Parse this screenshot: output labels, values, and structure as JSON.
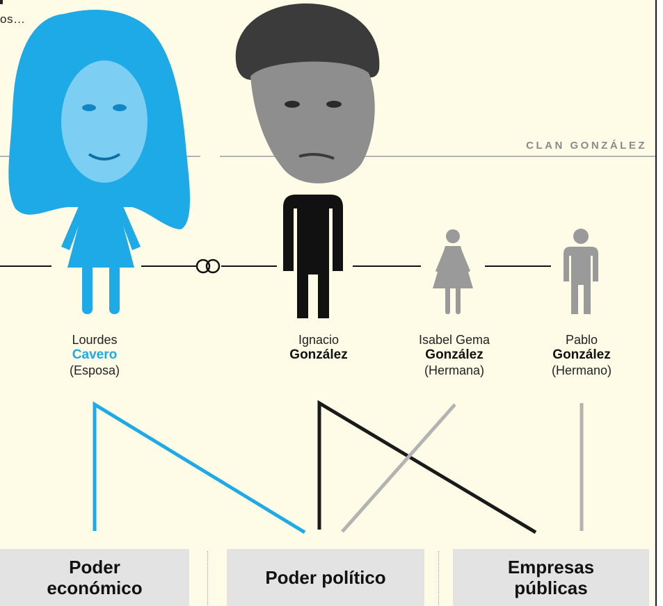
{
  "intro": {
    "text": "os…"
  },
  "clan": {
    "title": "CLAN GONZÁLEZ"
  },
  "people": [
    {
      "id": "lourdes",
      "first": "Lourdes",
      "last": "Cavero",
      "role": "(Esposa)"
    },
    {
      "id": "ignacio",
      "first": "Ignacio",
      "last": "González",
      "role": ""
    },
    {
      "id": "isabel",
      "first": "Isabel Gema",
      "last": "González",
      "role": "(Hermana)"
    },
    {
      "id": "pablo",
      "first": "Pablo",
      "last": "González",
      "role": "(Hermano)"
    }
  ],
  "categories": [
    {
      "id": "economico",
      "label": "Poder económico"
    },
    {
      "id": "politico",
      "label": "Poder político"
    },
    {
      "id": "empresas",
      "label": "Empresas públicas"
    }
  ],
  "links": [
    {
      "from": "lourdes",
      "to": "economico"
    },
    {
      "from": "lourdes",
      "to": "politico"
    },
    {
      "from": "ignacio",
      "to": "politico"
    },
    {
      "from": "ignacio",
      "to": "empresas"
    },
    {
      "from": "isabel",
      "to": "politico"
    },
    {
      "from": "pablo",
      "to": "empresas"
    }
  ],
  "colors": {
    "background": "#fefbe6",
    "accent_blue": "#1eaae6",
    "dark": "#111111",
    "grey": "#9a9a9a",
    "light_grey": "#b3b3b3",
    "box": "#e3e3e3"
  },
  "icons": {
    "lourdes": "woman-figure-icon",
    "ignacio": "man-figure-icon",
    "isabel": "woman-figure-icon",
    "pablo": "man-figure-icon",
    "marriage": "wedding-rings-icon"
  }
}
